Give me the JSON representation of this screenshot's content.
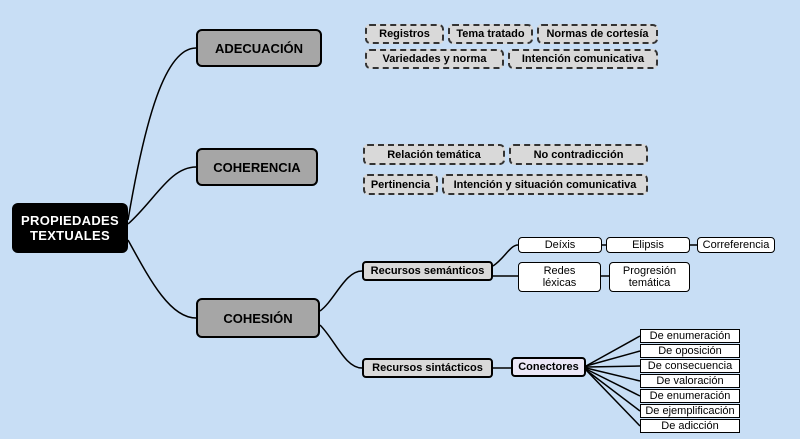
{
  "root": {
    "line1": "PROPIEDADES",
    "line2": "TEXTUALES"
  },
  "adecuacion": {
    "label": "ADECUACIÓN",
    "items": [
      "Registros",
      "Tema tratado",
      "Normas de cortesía",
      "Variedades y norma",
      "Intención comunicativa"
    ]
  },
  "coherencia": {
    "label": "COHERENCIA",
    "items": [
      "Relación temática",
      "No contradicción",
      "Pertinencia",
      "Intención y situación comunicativa"
    ]
  },
  "cohesion": {
    "label": "COHESIÓN",
    "semanticos": {
      "label": "Recursos semánticos",
      "deixis": "Deíxis",
      "elipsis": "Elipsis",
      "correferencia": "Correferencia",
      "redes": {
        "line1": "Redes",
        "line2": "léxicas"
      },
      "progresion": {
        "line1": "Progresión",
        "line2": "temática"
      }
    },
    "sintacticos": {
      "label": "Recursos sintácticos",
      "conectores": "Conectores",
      "tipos": [
        "De enumeración",
        "De oposición",
        "De consecuencia",
        "De valoración",
        "De enumeración",
        "De ejemplificación",
        "De adicción"
      ]
    }
  }
}
